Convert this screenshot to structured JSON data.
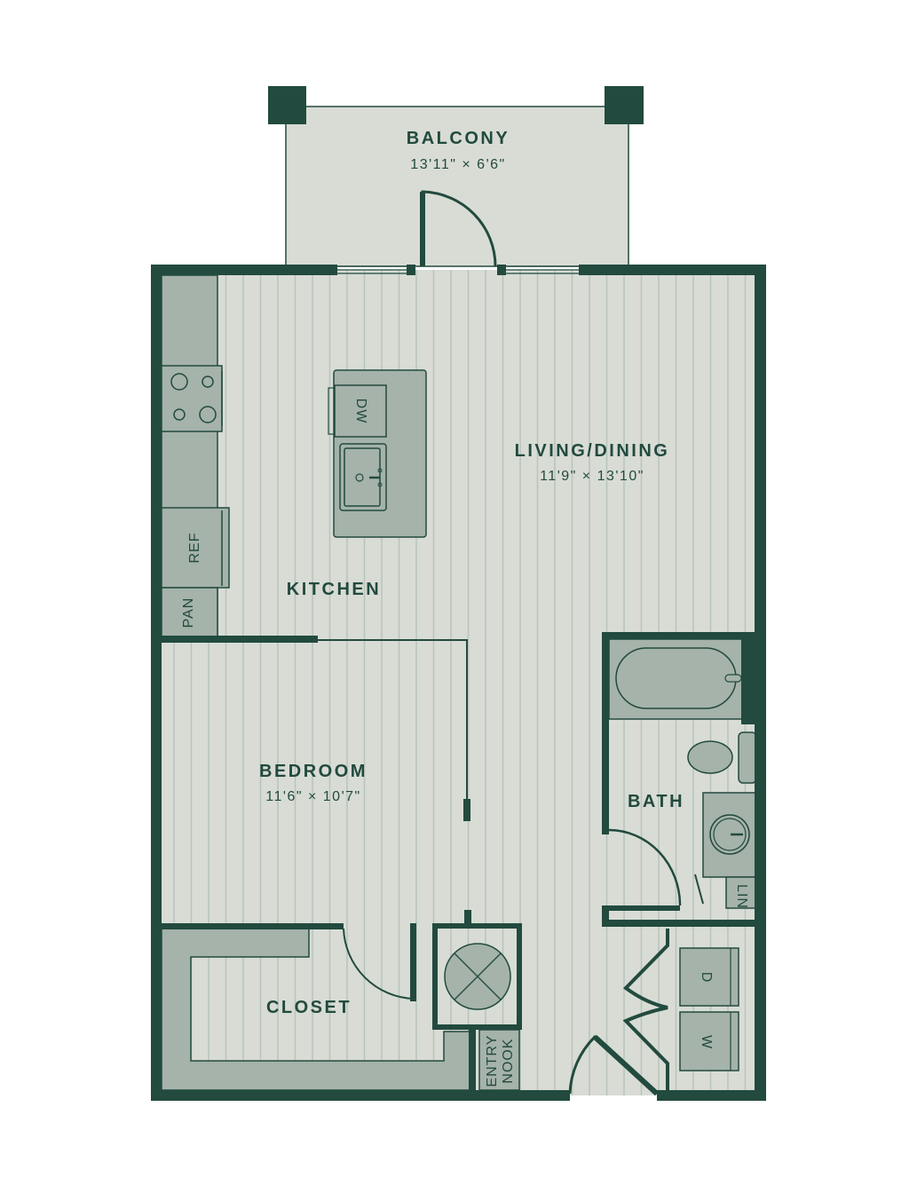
{
  "colors": {
    "wall": "#224a3e",
    "floor": "#d8dcd5",
    "fixture": "#a5b3aa",
    "floor_line": "#b7c4bc"
  },
  "rooms": {
    "balcony": {
      "name": "BALCONY",
      "dims": "13'11\" × 6'6\""
    },
    "living": {
      "name": "LIVING/DINING",
      "dims": "11'9\" × 13'10\""
    },
    "kitchen": {
      "name": "KITCHEN"
    },
    "bedroom": {
      "name": "BEDROOM",
      "dims": "11'6\" × 10'7\""
    },
    "bath": {
      "name": "BATH"
    },
    "closet": {
      "name": "CLOSET"
    },
    "entry_nook": {
      "line1": "ENTRY",
      "line2": "NOOK"
    }
  },
  "fixtures": {
    "dishwasher": "DW",
    "refrigerator": "REF",
    "pantry": "PAN",
    "linen": "LIN",
    "dryer": "D",
    "washer": "W"
  }
}
